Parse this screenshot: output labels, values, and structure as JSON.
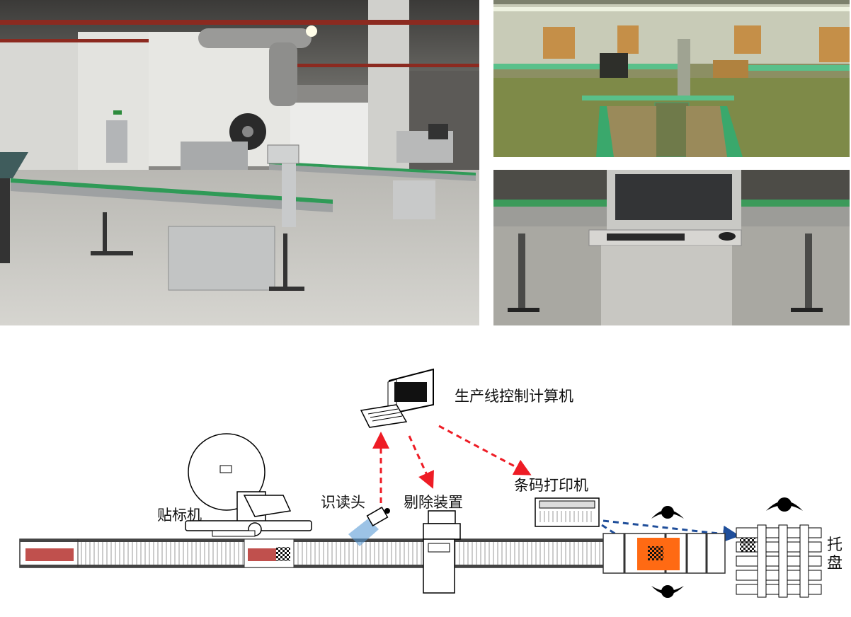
{
  "labels": {
    "computer": "生产线控制计算机",
    "printer": "条码打印机",
    "labeler": "贴标机",
    "reader": "识读头",
    "rejector": "剔除装置",
    "pallet": "托盘"
  },
  "photos": [
    {
      "scene": "factory-floor-labeling-line"
    },
    {
      "scene": "green-conveyor-workshop"
    },
    {
      "scene": "conveyor-with-terminal-closeup"
    }
  ],
  "colors": {
    "signal_arrow": "#ee1c25",
    "flow_arrow": "#1f4e9a",
    "tray": "#ff6a13",
    "label_patch": "#c0504d",
    "conveyor_green": "#2f9a57"
  }
}
